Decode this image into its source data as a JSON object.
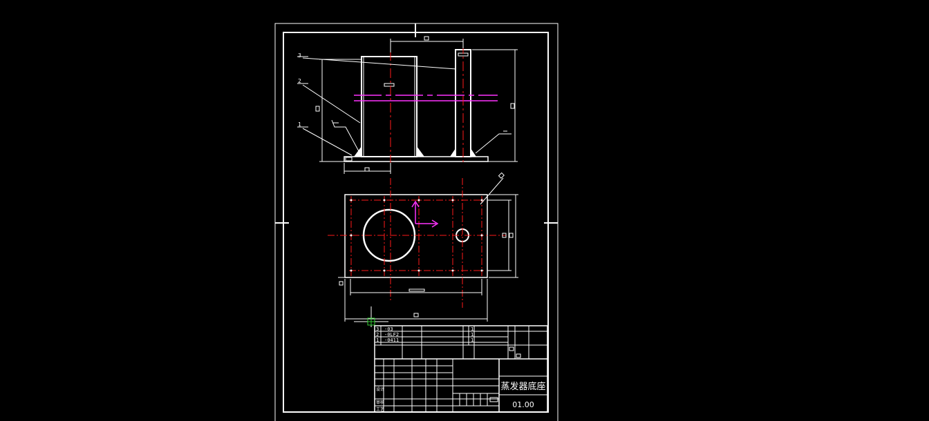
{
  "drawing": {
    "part_title": "蒸发器底座",
    "drawing_number": "01.00",
    "leaders": [
      "3",
      "2",
      "1"
    ],
    "dimension_box": "□",
    "colors": {
      "background": "#000000",
      "outline": "#ffffff",
      "centerline": "#ff1a1a",
      "hidden_cutline": "#ff33ff",
      "grip": "#33cc33"
    }
  },
  "title_block": {
    "parts_rows": [
      {
        "no": "3",
        "code": "-03",
        "mark": "1"
      },
      {
        "no": "2",
        "code": "-0LF2",
        "mark": "1"
      },
      {
        "no": "1",
        "code": "-0411",
        "mark": "1"
      }
    ],
    "row_labels": [
      "设计",
      "审核",
      "工艺"
    ]
  }
}
